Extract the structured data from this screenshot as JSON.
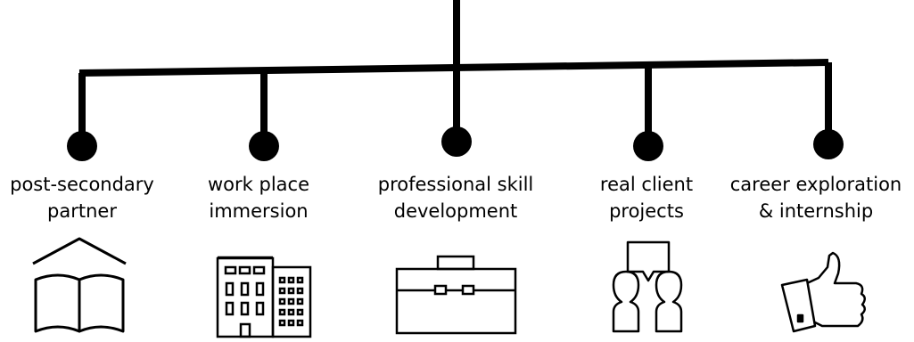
{
  "branches": [
    {
      "line1": "post-secondary",
      "line2": "partner",
      "icon": "open-book-icon"
    },
    {
      "line1": "work place",
      "line2": "immersion",
      "icon": "office-buildings-icon"
    },
    {
      "line1": "professional skill",
      "line2": "development",
      "icon": "briefcase-icon"
    },
    {
      "line1": "real client",
      "line2": "projects",
      "icon": "people-speech-icon"
    },
    {
      "line1": "career exploration",
      "line2": "& internship",
      "icon": "thumbs-up-icon"
    }
  ],
  "colors": {
    "line": "#000000",
    "background": "#ffffff"
  }
}
